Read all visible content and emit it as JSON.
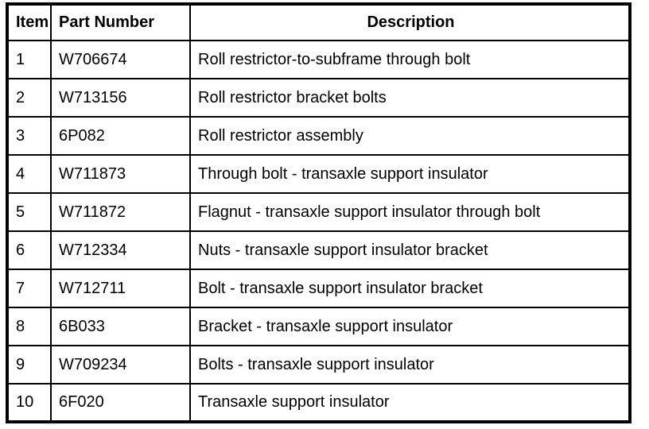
{
  "table": {
    "columns": [
      {
        "label": "Item"
      },
      {
        "label": "Part Number"
      },
      {
        "label": "Description"
      }
    ],
    "rows": [
      {
        "item": "1",
        "part_number": "W706674",
        "description": "Roll restrictor-to-subframe through bolt"
      },
      {
        "item": "2",
        "part_number": "W713156",
        "description": "Roll restrictor bracket bolts"
      },
      {
        "item": "3",
        "part_number": "6P082",
        "description": "Roll restrictor assembly"
      },
      {
        "item": "4",
        "part_number": "W711873",
        "description": "Through bolt - transaxle support insulator"
      },
      {
        "item": "5",
        "part_number": "W711872",
        "description": "Flagnut - transaxle support insulator through bolt"
      },
      {
        "item": "6",
        "part_number": "W712334",
        "description": "Nuts - transaxle support insulator bracket"
      },
      {
        "item": "7",
        "part_number": "W712711",
        "description": "Bolt - transaxle support insulator bracket"
      },
      {
        "item": "8",
        "part_number": "6B033",
        "description": "Bracket - transaxle support insulator"
      },
      {
        "item": "9",
        "part_number": "W709234",
        "description": "Bolts - transaxle support insulator"
      },
      {
        "item": "10",
        "part_number": "6F020",
        "description": "Transaxle support insulator"
      }
    ],
    "colors": {
      "border": "#000000",
      "background": "#ffffff",
      "text": "#000000"
    }
  }
}
